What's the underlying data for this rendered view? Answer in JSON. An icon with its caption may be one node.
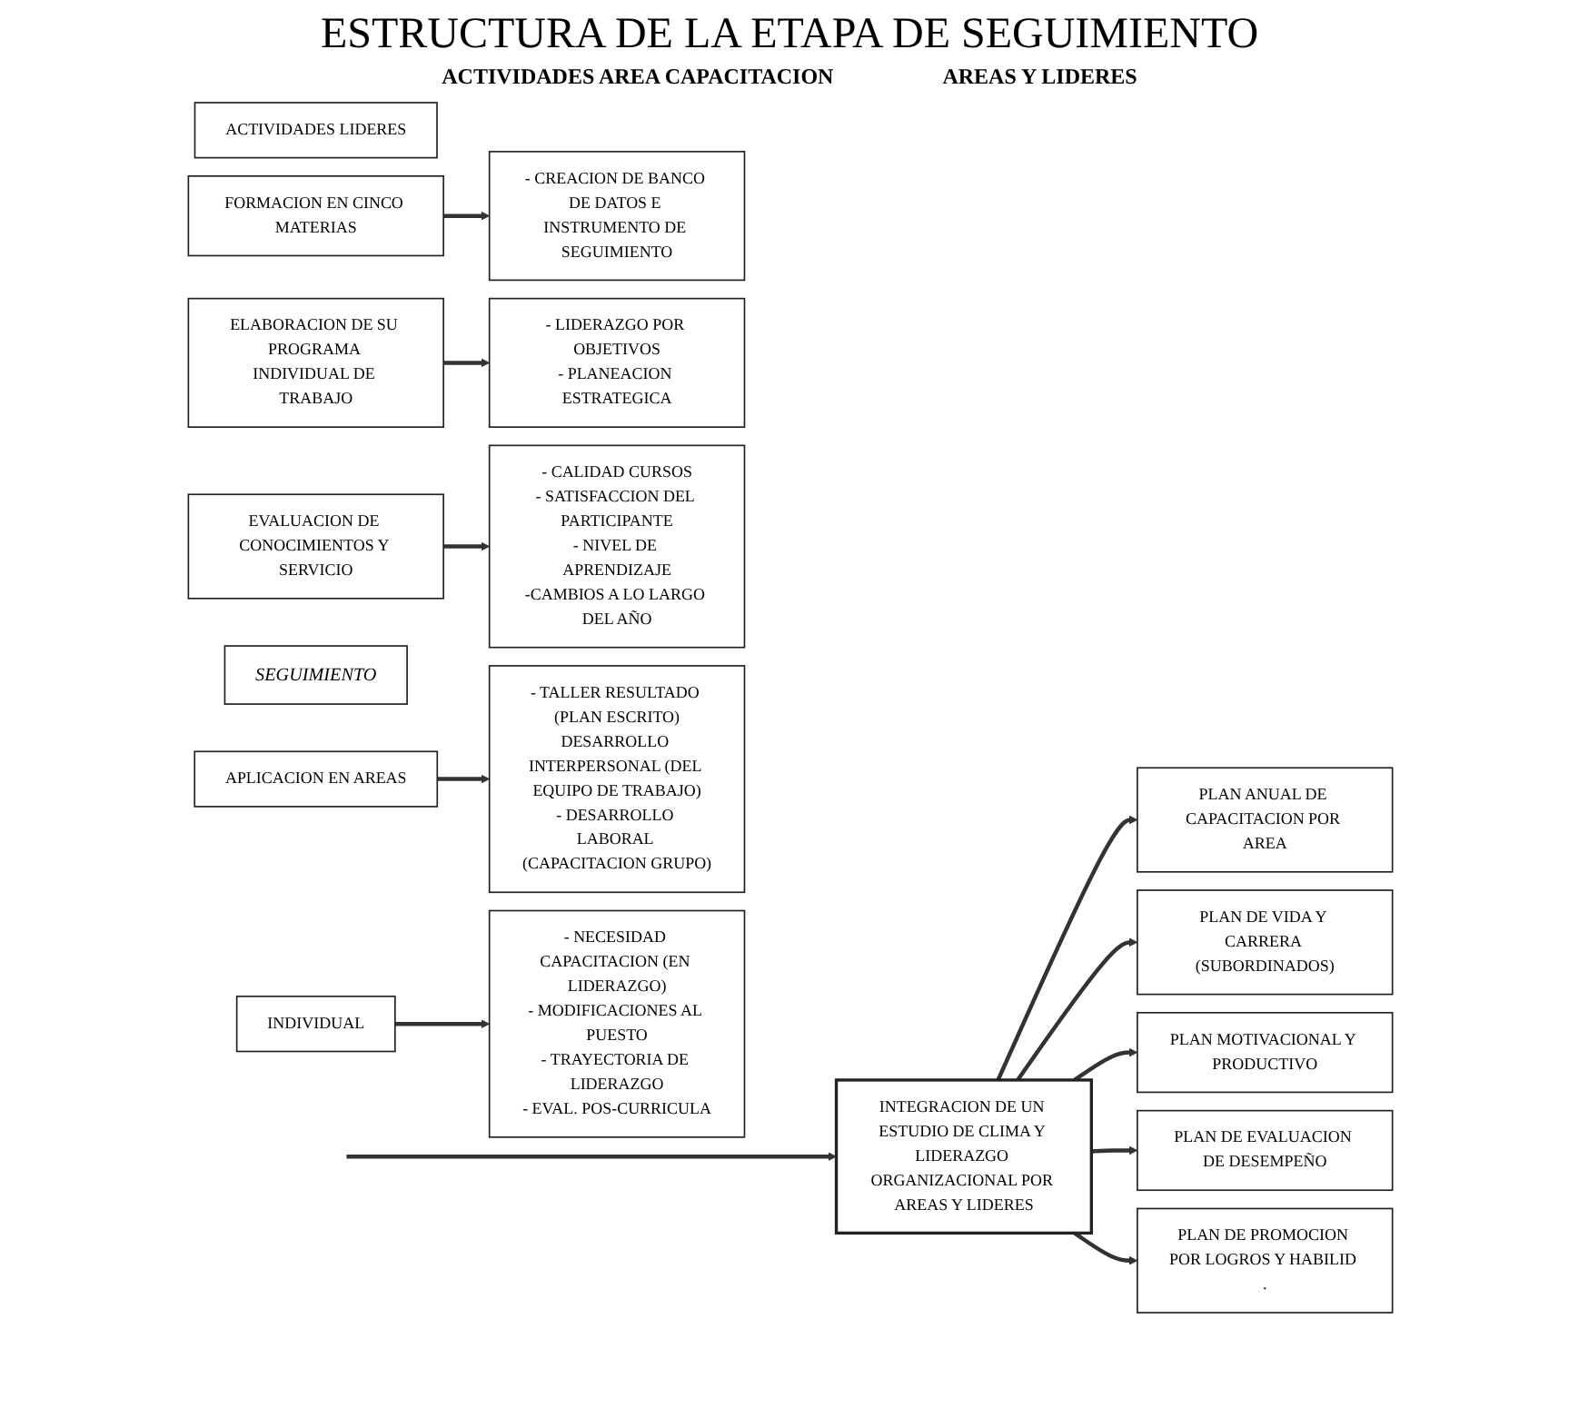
{
  "diagram": {
    "title": "ESTRUCTURA DE LA ETAPA DE SEGUIMIENTO",
    "nodes": [
      {
        "text": [
          "ACTIVIDADES LIDERES"
        ]
      },
      {
        "text": [
          "FORMACION EN CINCO MATERIAS"
        ]
      },
      {
        "text": [
          "- CREACION DE BANCO DE DATOS E INSTRUMENTO DE SEGUIMIENTO"
        ]
      },
      {
        "text": [
          "ELABORACION DE SU PROGRAMA INDIVIDUAL DE TRABAJO"
        ]
      },
      {
        "text": [
          "- LIDERAZGO POR OBJETIVOS",
          "- PLANEACION ESTRATEGICA"
        ]
      },
      {
        "text": [
          "EVALUACION DE CONOCIMIENTOS Y SERVICIO"
        ]
      },
      {
        "text": [
          "- CALIDAD CURSOS",
          "- SATISFACCION DEL PARTICIPANTE",
          "- NIVEL DE APRENDIZAJE",
          "-CAMBIOS A LO LARGO DEL AÑO"
        ]
      },
      {
        "text": [
          "SEGUIMIENTO"
        ]
      },
      {
        "text": [
          "INTEGRACION DE UN ESTUDIO DE CLIMA Y LIDERAZGO ORGANIZACIONAL POR AREAS Y LIDERES"
        ]
      },
      {
        "text": [
          "PLAN ANUAL DE CAPACITACION POR AREA"
        ]
      },
      {
        "text": [
          "PLAN DE VIDA Y CARRERA (SUBORDINADOS)"
        ]
      },
      {
        "text": [
          "PLAN MOTIVACIONAL Y PRODUCTIVO"
        ]
      },
      {
        "text": [
          "PLAN DE EVALUACION DE DESEMPEÑO"
        ]
      },
      {
        "text": [
          "PLAN DE PROMOCION POR LOGROS Y HABILID ."
        ]
      },
      {
        "text": [
          "APLICACION EN AREAS"
        ]
      },
      {
        "text": [
          "- TALLER RESULTADO (PLAN ESCRITO)",
          "DESARROLLO INTERPERSONAL (DEL EQUIPO DE TRABAJO)",
          "- DESARROLLO LABORAL (CAPACITACION GRUPO)"
        ]
      },
      {
        "text": [
          "INDIVIDUAL"
        ]
      },
      {
        "text": [
          "- NECESIDAD CAPACITACION (EN LIDERAZGO)",
          "- MODIFICACIONES AL PUESTO",
          "- TRAYECTORIA DE LIDERAZGO",
          "- EVAL. POS-CURRICULA"
        ]
      }
    ],
    "edges": [
      {
        "from": 1,
        "to": 2,
        "arrow": "to"
      },
      {
        "from": 3,
        "to": 4,
        "arrow": "to"
      },
      {
        "from": 5,
        "to": 6,
        "arrow": "to"
      },
      {
        "from": null,
        "to": 8,
        "arrow": "to"
      },
      {
        "from": 8,
        "to": 9,
        "arrow": "to"
      },
      {
        "from": 8,
        "to": 10,
        "arrow": "to"
      },
      {
        "from": 8,
        "to": 11,
        "arrow": "to"
      },
      {
        "from": 8,
        "to": 12,
        "arrow": "to"
      },
      {
        "from": 8,
        "to": 13,
        "arrow": "to"
      },
      {
        "from": 14,
        "to": 15,
        "arrow": "to"
      },
      {
        "from": 16,
        "to": 17,
        "arrow": "to"
      }
    ],
    "labels": [
      "ACTIVIDADES AREA CAPACITACION",
      "AREAS Y LIDERES"
    ]
  }
}
